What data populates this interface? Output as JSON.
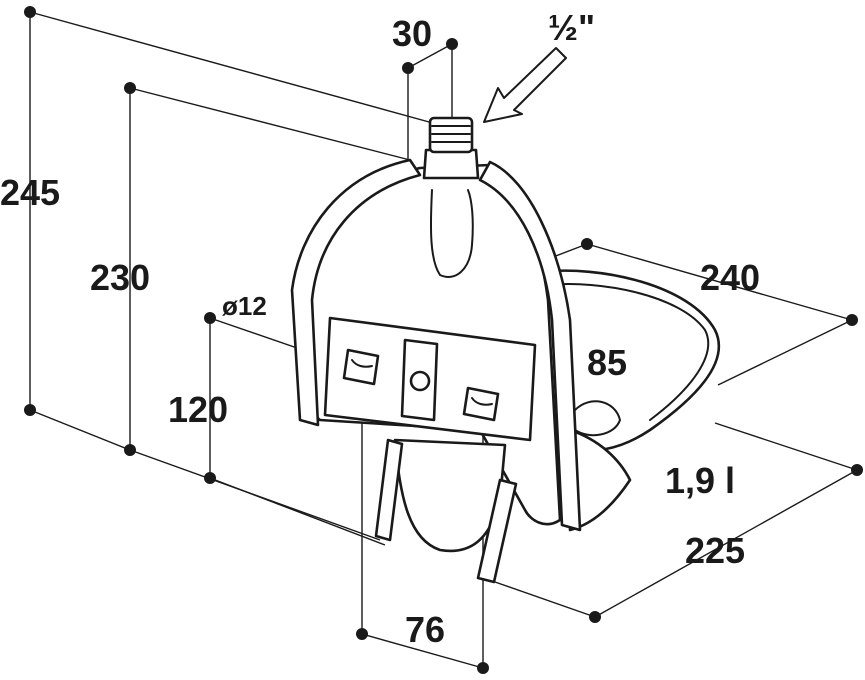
{
  "dimensions": {
    "total_height": "245",
    "height_to_mount": "230",
    "mount_height": "120",
    "hole_diameter": "ø12",
    "hole_spacing": "76",
    "thread_offset": "30",
    "thread_size": "½\"",
    "width": "240",
    "depth": "225",
    "bowl_depth": "85",
    "volume": "1,9 l"
  },
  "colors": {
    "ink": "#1a1a1a",
    "paper": "#ffffff"
  }
}
